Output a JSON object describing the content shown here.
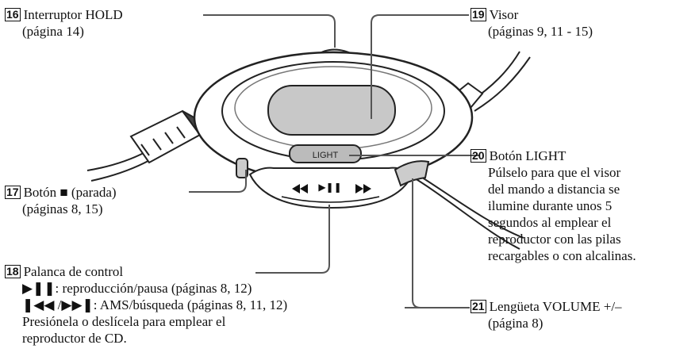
{
  "callouts": {
    "c16": {
      "num": "16",
      "title": "Interruptor HOLD",
      "lines": [
        "(página 14)"
      ]
    },
    "c17": {
      "num": "17",
      "title": "Botón ■ (parada)",
      "lines": [
        "(páginas 8, 15)"
      ]
    },
    "c18": {
      "num": "18",
      "title": "Palanca de control",
      "lines": [
        "▶❚❚: reproducción/pausa (páginas 8, 12)",
        "❚◀◀ /▶▶❚: AMS/búsqueda (páginas 8, 11, 12)",
        "Presiónela o deslícela para emplear el",
        "reproductor de CD."
      ]
    },
    "c19": {
      "num": "19",
      "title": "Visor",
      "lines": [
        "(páginas 9, 11 - 15)"
      ]
    },
    "c20": {
      "num": "20",
      "title": "Botón LIGHT",
      "lines": [
        "Púlselo para que el visor",
        "del mando a distancia se",
        "ilumine durante unos 5",
        "segundos al emplear el",
        "reproductor con las pilas",
        "recargables o con alcalinas."
      ]
    },
    "c21": {
      "num": "21",
      "title": "Lengüeta VOLUME +/–",
      "lines": [
        "(página 8)"
      ]
    }
  },
  "device": {
    "light_button_label": "LIGHT",
    "lever_symbol": "▶❚❚"
  }
}
